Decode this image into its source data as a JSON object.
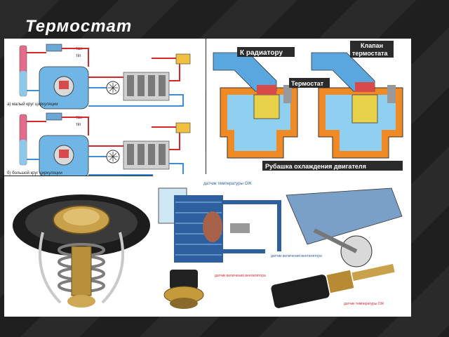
{
  "slide": {
    "title": "Термостат"
  },
  "scheme": {
    "caption_small": "а) малый круг циркуляции",
    "caption_big": "б) большой круг циркуляции",
    "label_top_1": "тах",
    "label_top_2": "тin"
  },
  "thermostat_diagram": {
    "label_radiator": "К радиатору",
    "label_valve_line1": "Клапан",
    "label_valve_line2": "термостата",
    "label_thermostat": "Термостат",
    "label_jacket": "Рубашка охлаждения двигателя"
  },
  "system_diagram": {
    "label_temp_sensor": "датчик температуры ОЖ",
    "label_fan_sensor": "датчик включения вентилятора",
    "label_fan_switch": "датчик включения вентилятора",
    "label_temp_gauge": "датчик температуры ОЖ"
  },
  "colors": {
    "background": "#232323",
    "coolant_blue": "#5aa7e0",
    "hot_red": "#e0453a",
    "engine_orange": "#f08a24",
    "pipe_red": "#d8262d",
    "label_box": "#2b2b2b"
  }
}
